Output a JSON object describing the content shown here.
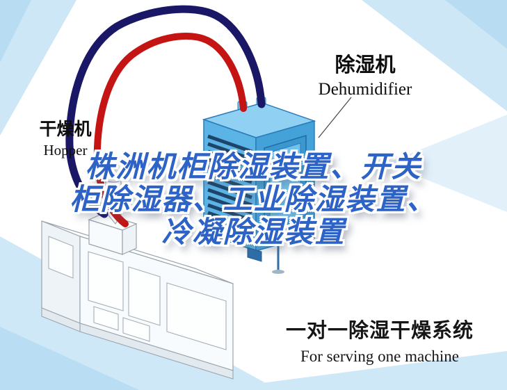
{
  "colors": {
    "title-blue": "#2d62c6",
    "pipe-red": "#c51414",
    "pipe-navy": "#1b1767",
    "dehumidifier-blue": "#5cb3e6",
    "background-blue": "#cde7f7"
  },
  "dehumidifier_label": {
    "cn": "除湿机",
    "en": "Dehumidifier"
  },
  "hopper_label": {
    "cn": "干燥机",
    "en": "Hopper"
  },
  "title": {
    "line1": "株洲机柜除湿装置、开关",
    "line2": "柜除湿器、工业除湿装置、",
    "line3": "冷凝除湿装置"
  },
  "caption": {
    "cn": "一对一除湿干燥系统",
    "en": "For serving one machine"
  }
}
